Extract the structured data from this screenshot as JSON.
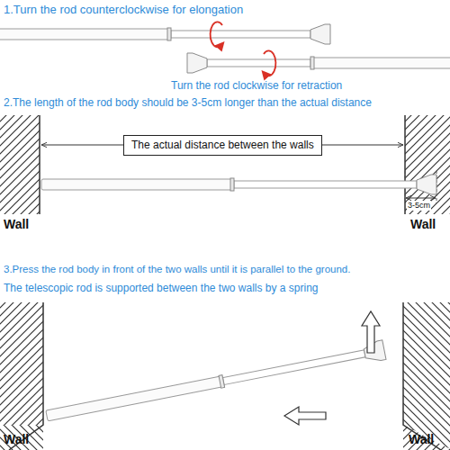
{
  "diagram": {
    "nodes": [
      {
        "text": [
          "The actual distance between the walls"
        ]
      }
    ],
    "labels": [
      "1.Turn the rod counterclockwise for elongation",
      "Turn the rod clockwise for retraction",
      "2.The length of the rod body should be 3-5cm longer than the actual distance",
      "Wall",
      "Wall",
      "3-5cm",
      "3.Press the rod body in front of the two walls until it is parallel to the ground.",
      "The telescopic rod is supported between the two walls by a spring",
      "Wall",
      "Wall"
    ]
  }
}
